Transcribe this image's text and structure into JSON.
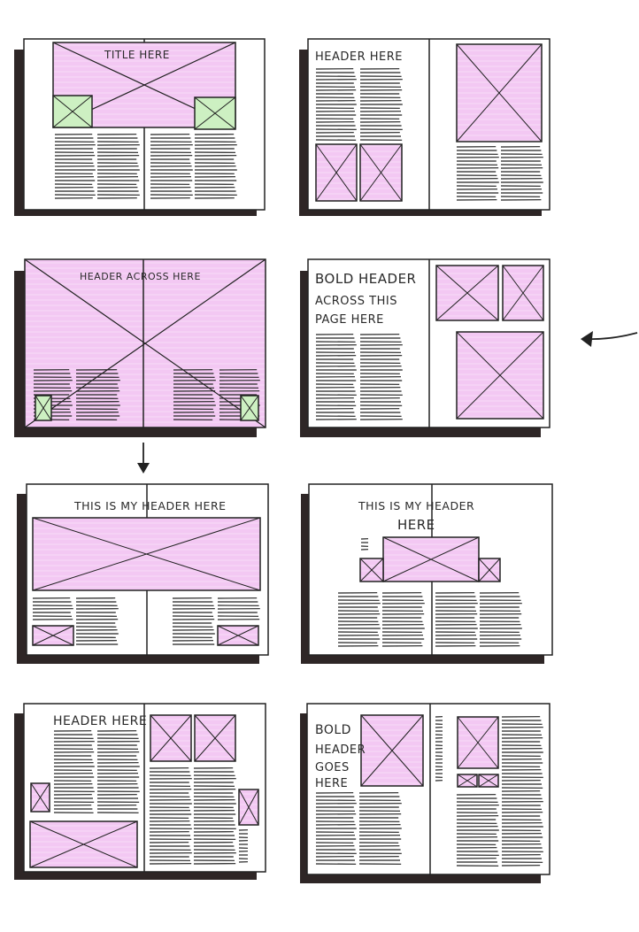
{
  "colors": {
    "ink": "#222222",
    "shadow": "#2e2626",
    "paper": "#ffffff",
    "image_pink": "#f3c8f3",
    "image_green": "#cdf0c2"
  },
  "spreads": [
    {
      "id": "spread-1",
      "headers": [
        "TITLE HERE"
      ]
    },
    {
      "id": "spread-2",
      "headers": [
        "HEADER HERE"
      ]
    },
    {
      "id": "spread-3",
      "headers": [
        "HEADER ACROSS HERE"
      ]
    },
    {
      "id": "spread-4",
      "headers": [
        "BOLD HEADER",
        "ACROSS THIS",
        "PAGE HERE"
      ]
    },
    {
      "id": "spread-5",
      "headers": [
        "THIS IS MY HEADER HERE"
      ]
    },
    {
      "id": "spread-6",
      "headers": [
        "THIS IS MY HEADER",
        "HERE"
      ]
    },
    {
      "id": "spread-7",
      "headers": [
        "HEADER HERE"
      ]
    },
    {
      "id": "spread-8",
      "headers": [
        "BOLD",
        "HEADER",
        "GOES",
        "HERE"
      ]
    }
  ],
  "arrows": [
    {
      "id": "arrow-left",
      "direction": "left",
      "points_at": "spread-4"
    },
    {
      "id": "arrow-down",
      "direction": "down",
      "points_at": "spread-5"
    }
  ]
}
